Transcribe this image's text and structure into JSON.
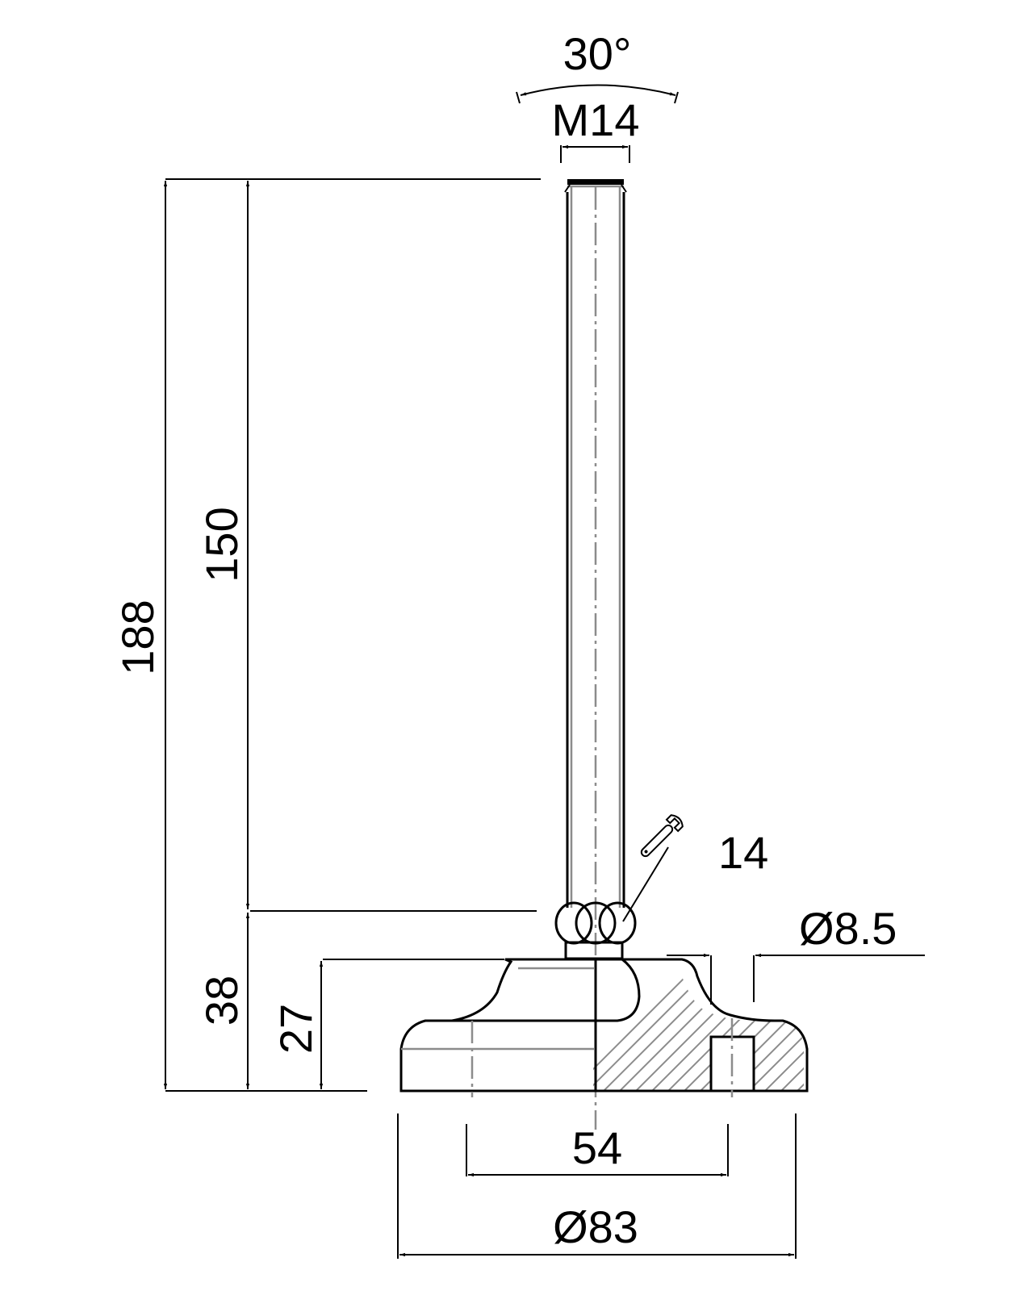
{
  "drawing": {
    "title": "Levelling foot technical drawing",
    "colors": {
      "line": "#000000",
      "hidden_center": "#8c8c8c",
      "background": "#ffffff"
    },
    "dimensions": {
      "angle": "30°",
      "thread": "M14",
      "wrench_size": "14",
      "hole_diameter": "Ø8.5",
      "overall_height": "188",
      "stem_length": "150",
      "base_height": "38",
      "foot_height": "27",
      "hole_spacing": "54",
      "base_diameter": "Ø83"
    },
    "icons": {
      "wrench": "wrench-icon"
    }
  }
}
